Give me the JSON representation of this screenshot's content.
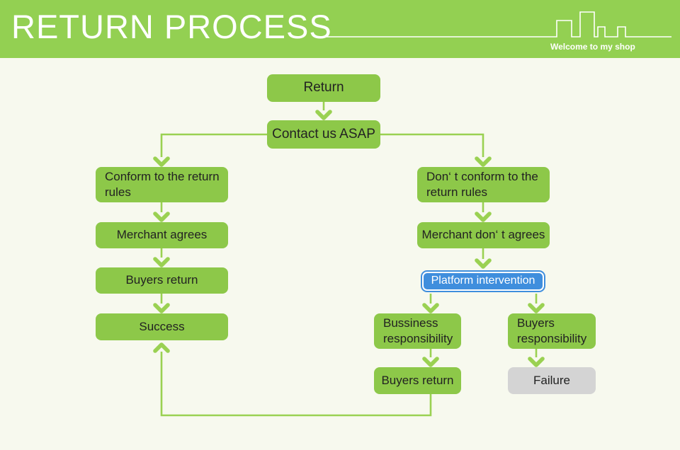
{
  "header": {
    "title": "RETURN PROCESS",
    "tagline": "Welcome to my shop"
  },
  "colors": {
    "header_green": "#93d052",
    "node_green": "#8dc849",
    "connector_green": "#9ad152",
    "highlight_blue": "#3f8edd",
    "neutral_gray": "#d4d4d4",
    "page_background": "#f7f9ee",
    "text_dark": "#222222",
    "text_light": "#ffffff"
  },
  "nodes": {
    "return": "Return",
    "contact": "Contact us ASAP",
    "conform": "Conform to the return rules",
    "merchant_agrees": "Merchant agrees",
    "buyers_return_left": "Buyers return",
    "success": "Success",
    "dont_conform": "Don‘ t conform to the return rules",
    "merchant_dont_agree": "Merchant don‘ t agrees",
    "platform": "Platform intervention",
    "business_resp": "Bussiness responsibility",
    "buyers_resp": "Buyers responsibility",
    "buyers_return_right": "Buyers return",
    "failure": "Failure"
  },
  "edges": [
    {
      "from": "Return",
      "to": "Contact us ASAP"
    },
    {
      "from": "Contact us ASAP",
      "to": "Conform to the return rules"
    },
    {
      "from": "Contact us ASAP",
      "to": "Don‘ t conform to the return rules"
    },
    {
      "from": "Conform to the return rules",
      "to": "Merchant agrees"
    },
    {
      "from": "Merchant agrees",
      "to": "Buyers return"
    },
    {
      "from": "Buyers return",
      "to": "Success"
    },
    {
      "from": "Don‘ t conform to the return rules",
      "to": "Merchant don‘ t agrees"
    },
    {
      "from": "Merchant don‘ t agrees",
      "to": "Platform intervention"
    },
    {
      "from": "Platform intervention",
      "to": "Bussiness responsibility"
    },
    {
      "from": "Platform intervention",
      "to": "Buyers responsibility"
    },
    {
      "from": "Bussiness responsibility",
      "to": "Buyers return"
    },
    {
      "from": "Buyers responsibility",
      "to": "Failure"
    },
    {
      "from": "Buyers return",
      "to": "Success"
    }
  ]
}
